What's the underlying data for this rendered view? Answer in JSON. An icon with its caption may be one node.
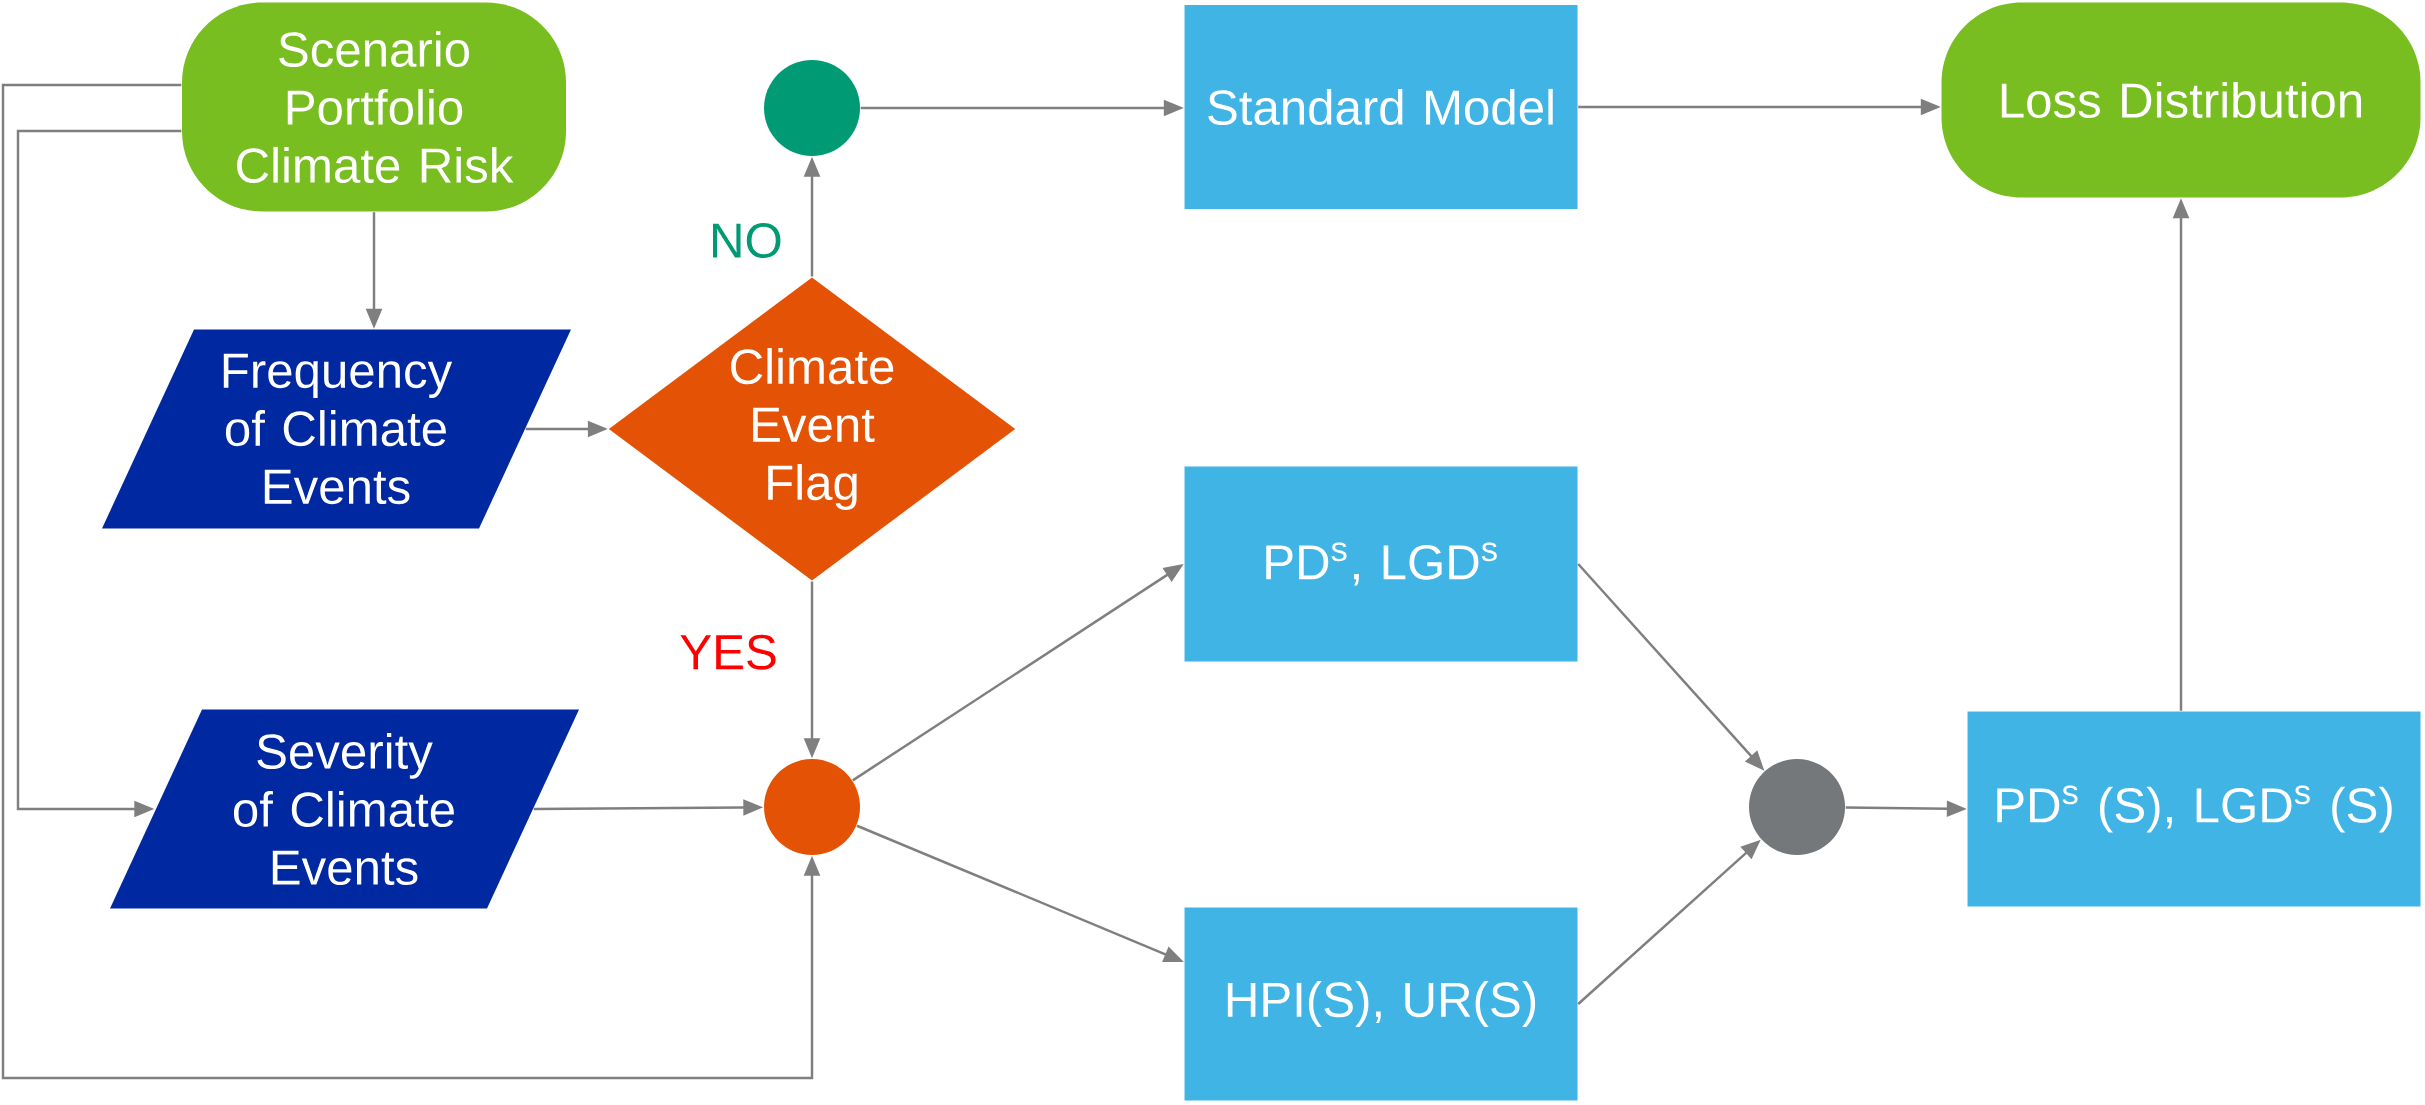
{
  "diagram": {
    "nodes": [
      {
        "text": [
          "Scenario Portfolio Climate Risk"
        ]
      },
      {
        "text": [
          "Frequency of Climate Events"
        ]
      },
      {
        "text": [
          "Climate Event Flag"
        ]
      },
      {
        "text": [],
        "shape": "circle"
      },
      {
        "text": [
          "Standard Model"
        ]
      },
      {
        "text": [
          "Loss Distribution"
        ]
      },
      {
        "text": [
          "Severity of Climate Events"
        ]
      },
      {
        "text": [],
        "shape": "circle"
      },
      {
        "text": [
          "PD$^{s}$, LGD$^{s}$"
        ]
      },
      {
        "text": [
          "HPI(S), UR(S)"
        ]
      },
      {
        "text": [],
        "shape": "circle"
      },
      {
        "text": [
          "PD$^{s}$ (S), LGD$^{s}$ (S)"
        ]
      }
    ],
    "edges": [
      {
        "from": 0,
        "to": 1,
        "arrow": "to"
      },
      {
        "from": 0,
        "to": 6,
        "arrow": "to"
      },
      {
        "from": 0,
        "to": 7,
        "arrow": "to"
      },
      {
        "from": 1,
        "to": 2,
        "arrow": "to"
      },
      {
        "from": 2,
        "to": 3,
        "arrow": "to",
        "label": "NO"
      },
      {
        "from": 3,
        "to": 4,
        "arrow": "to"
      },
      {
        "from": 4,
        "to": 5,
        "arrow": "to"
      },
      {
        "from": 2,
        "to": 7,
        "arrow": "to",
        "label": "YES"
      },
      {
        "from": 6,
        "to": 7,
        "arrow": "to"
      },
      {
        "from": 7,
        "to": 8,
        "arrow": "to"
      },
      {
        "from": 7,
        "to": 9,
        "arrow": "to"
      },
      {
        "from": 8,
        "to": 10,
        "arrow": "to"
      },
      {
        "from": 9,
        "to": 10,
        "arrow": "to"
      },
      {
        "from": 10,
        "to": 11,
        "arrow": "to"
      },
      {
        "from": 11,
        "to": 5,
        "arrow": "to"
      }
    ]
  }
}
